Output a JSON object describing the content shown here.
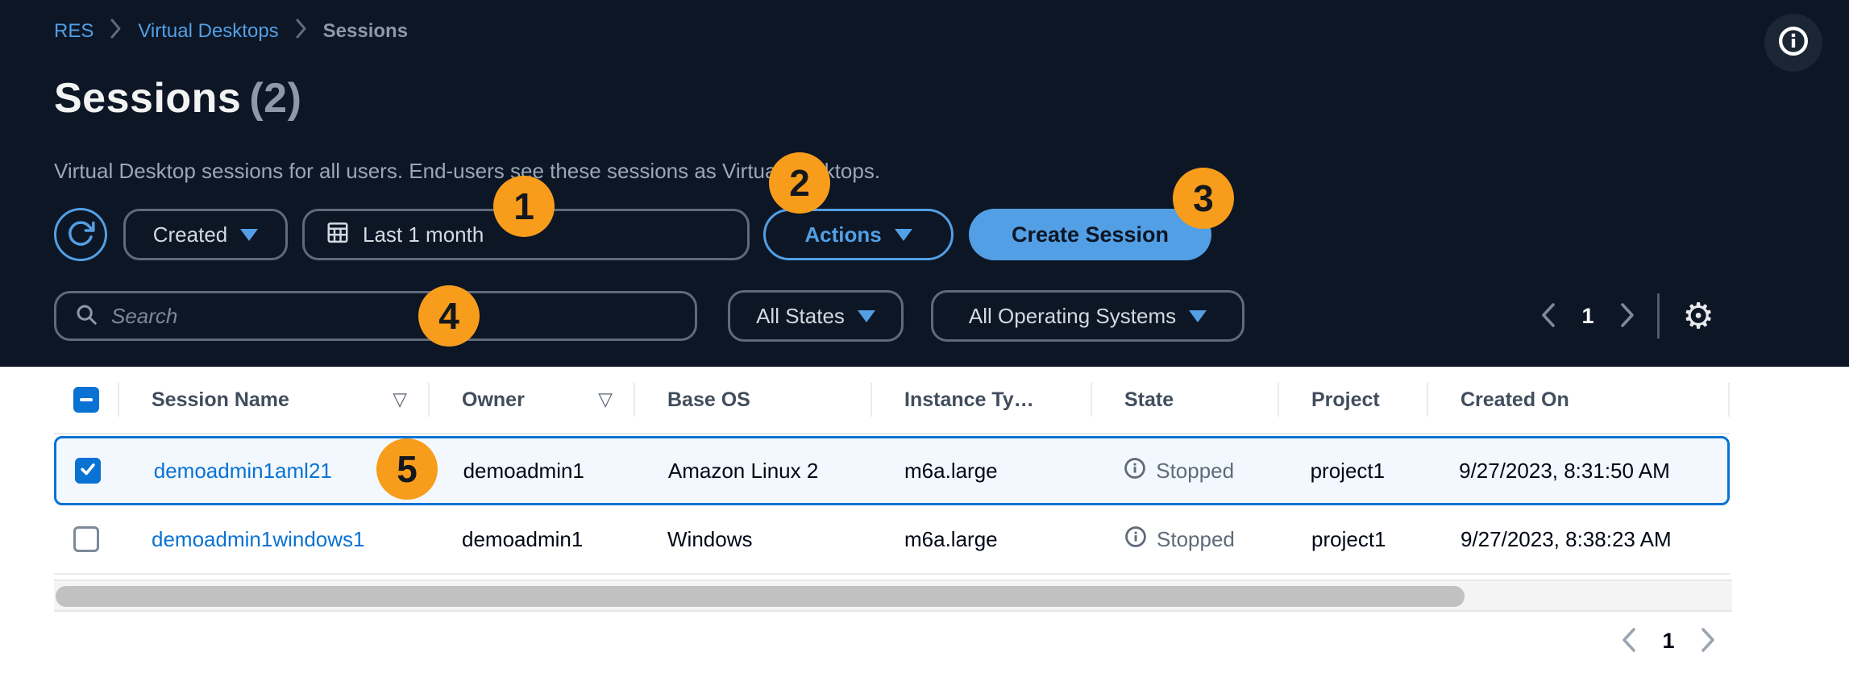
{
  "app": {
    "breadcrumbs": [
      "RES",
      "Virtual Desktops",
      "Sessions"
    ]
  },
  "header": {
    "title": "Sessions",
    "count": "(2)",
    "description": "Virtual Desktop sessions for all users. End-users see these sessions as Virtual Desktops."
  },
  "toolbar": {
    "sort_by": "Created",
    "date_range": "Last 1 month",
    "actions": "Actions",
    "create_session": "Create Session"
  },
  "filters": {
    "search_placeholder": "Search",
    "search_value": "",
    "state_filter": "All States",
    "os_filter": "All Operating Systems"
  },
  "top_pagination": {
    "page": "1"
  },
  "table": {
    "columns": [
      "Session Name",
      "Owner",
      "Base OS",
      "Instance Ty…",
      "State",
      "Project",
      "Created On"
    ],
    "sort_indicator": "▽",
    "rows": [
      {
        "session_name": "demoadmin1aml21",
        "owner": "demoadmin1",
        "base_os": "Amazon Linux 2",
        "instance_type": "m6a.large",
        "state": "Stopped",
        "project": "project1",
        "created_on": "9/27/2023, 8:31:50 AM",
        "selected": "true"
      },
      {
        "session_name": "demoadmin1windows1",
        "owner": "demoadmin1",
        "base_os": "Windows",
        "instance_type": "m6a.large",
        "state": "Stopped",
        "project": "project1",
        "created_on": "9/27/2023, 8:38:23 AM",
        "selected": "false"
      }
    ]
  },
  "bottom_pagination": {
    "page": "1"
  },
  "annotations": [
    "1",
    "2",
    "3",
    "4",
    "5"
  ],
  "icons": {
    "settings_gear": "⚙",
    "sort_indicator": "▽"
  },
  "colors": {
    "header_bg": "#0c1625",
    "accent_blue": "#539fe5",
    "link_blue": "#0972d3",
    "selected_row_bg": "#f2f8fd",
    "selected_row_border": "#0972d3",
    "badge_orange": "#f89c1c",
    "state_gray": "#5f6b7a"
  }
}
